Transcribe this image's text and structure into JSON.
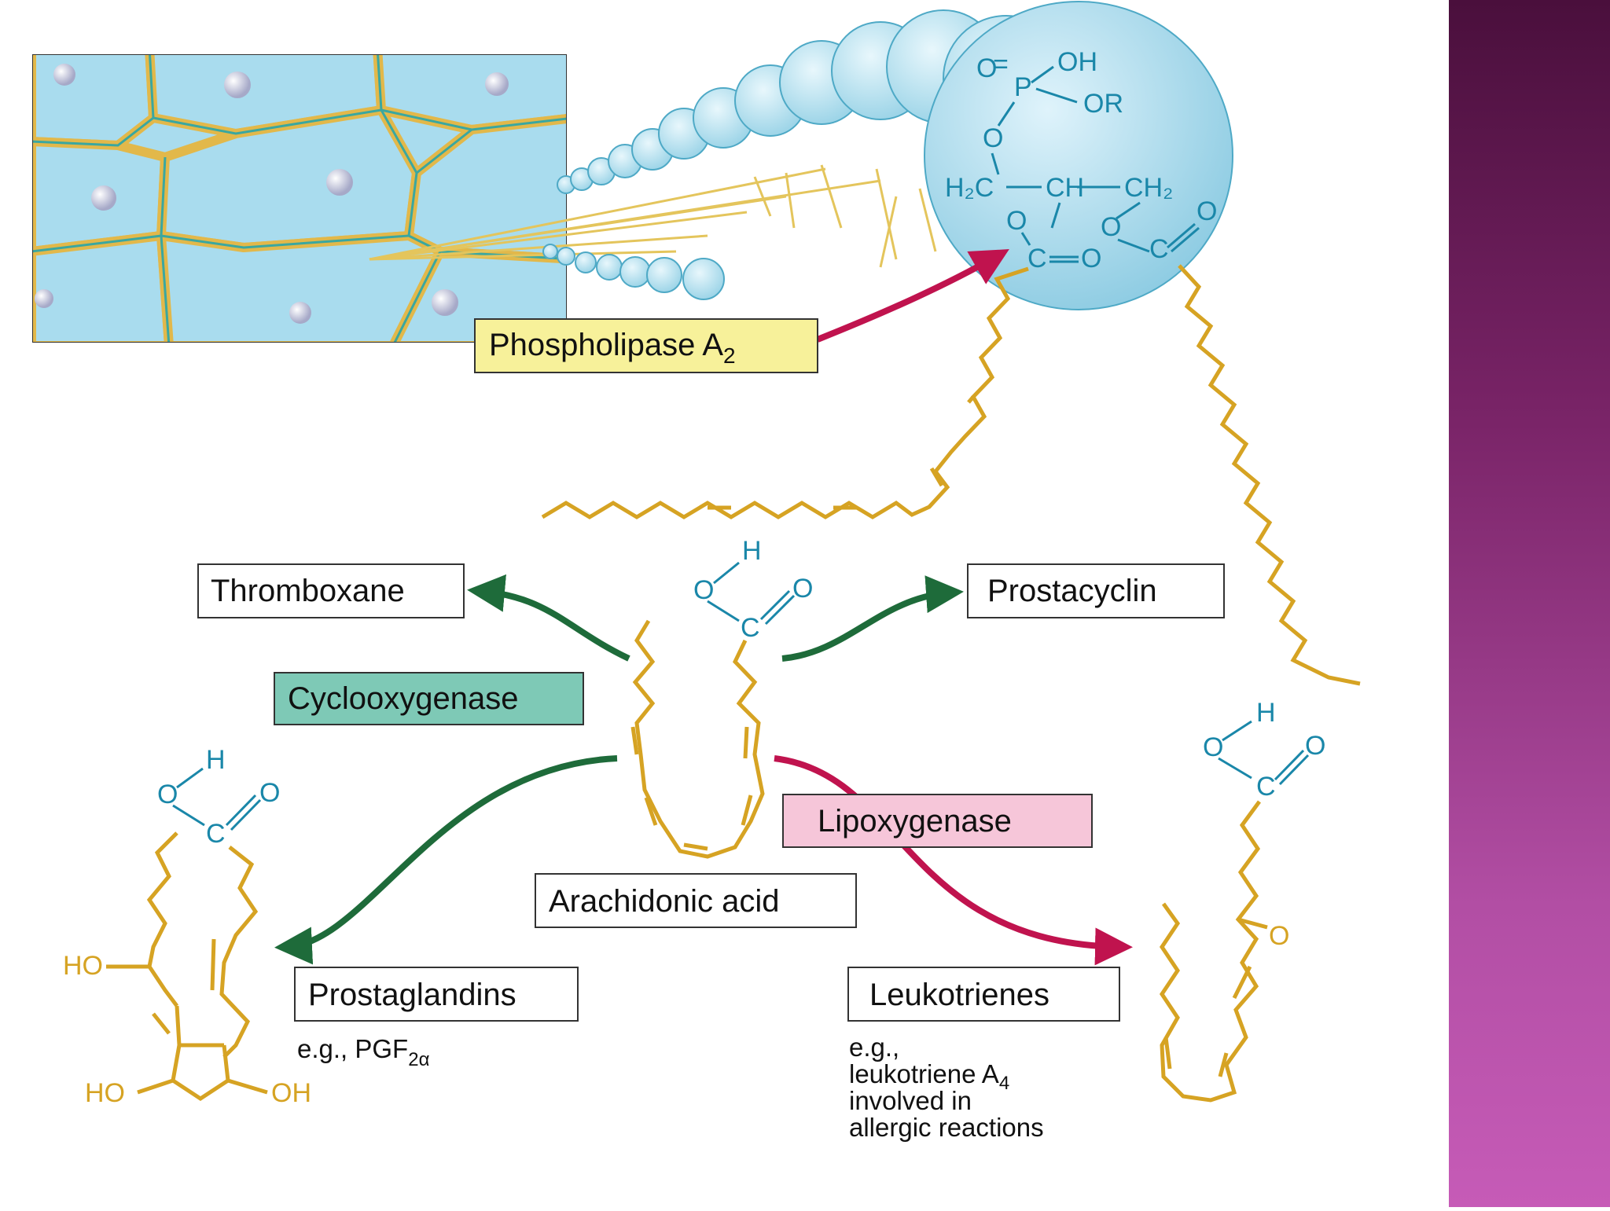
{
  "labels": {
    "phospholipase": "Phospholipase A",
    "phospholipase_sub": "2",
    "thromboxane": "Thromboxane",
    "prostacyclin": "Prostacyclin",
    "cyclooxygenase": "Cyclooxygenase",
    "lipoxygenase": "Lipoxygenase",
    "arachidonic": "Arachidonic acid",
    "prostaglandins": "Prostaglandins",
    "leukotrienes": "Leukotrienes"
  },
  "notes": {
    "pgf_prefix": "e.g., PGF",
    "pgf_sub": "2α",
    "lt_line1": "e.g.,",
    "lt_line2": "leukotriene A",
    "lt_line2_sub": "4",
    "lt_line3": "involved in",
    "lt_line4": "allergic reactions"
  },
  "chem": {
    "oh": "OH",
    "or": "OR",
    "p": "P",
    "o": "O",
    "h": "H",
    "c": "C",
    "h2c": "H₂C",
    "ch": "CH",
    "ch2": "CH₂",
    "ho": "HO"
  },
  "colors": {
    "cyclooxygenase_box": "#7ec9b6",
    "lipoxygenase_box": "#f6c6d9",
    "phospholipase_box": "#f7f19a",
    "arrow_green": "#1e6b3a",
    "arrow_red": "#c0134e",
    "chain_yellow": "#d6a323",
    "chem_blue": "#1a87a9",
    "side_band": "#8a2b78"
  }
}
